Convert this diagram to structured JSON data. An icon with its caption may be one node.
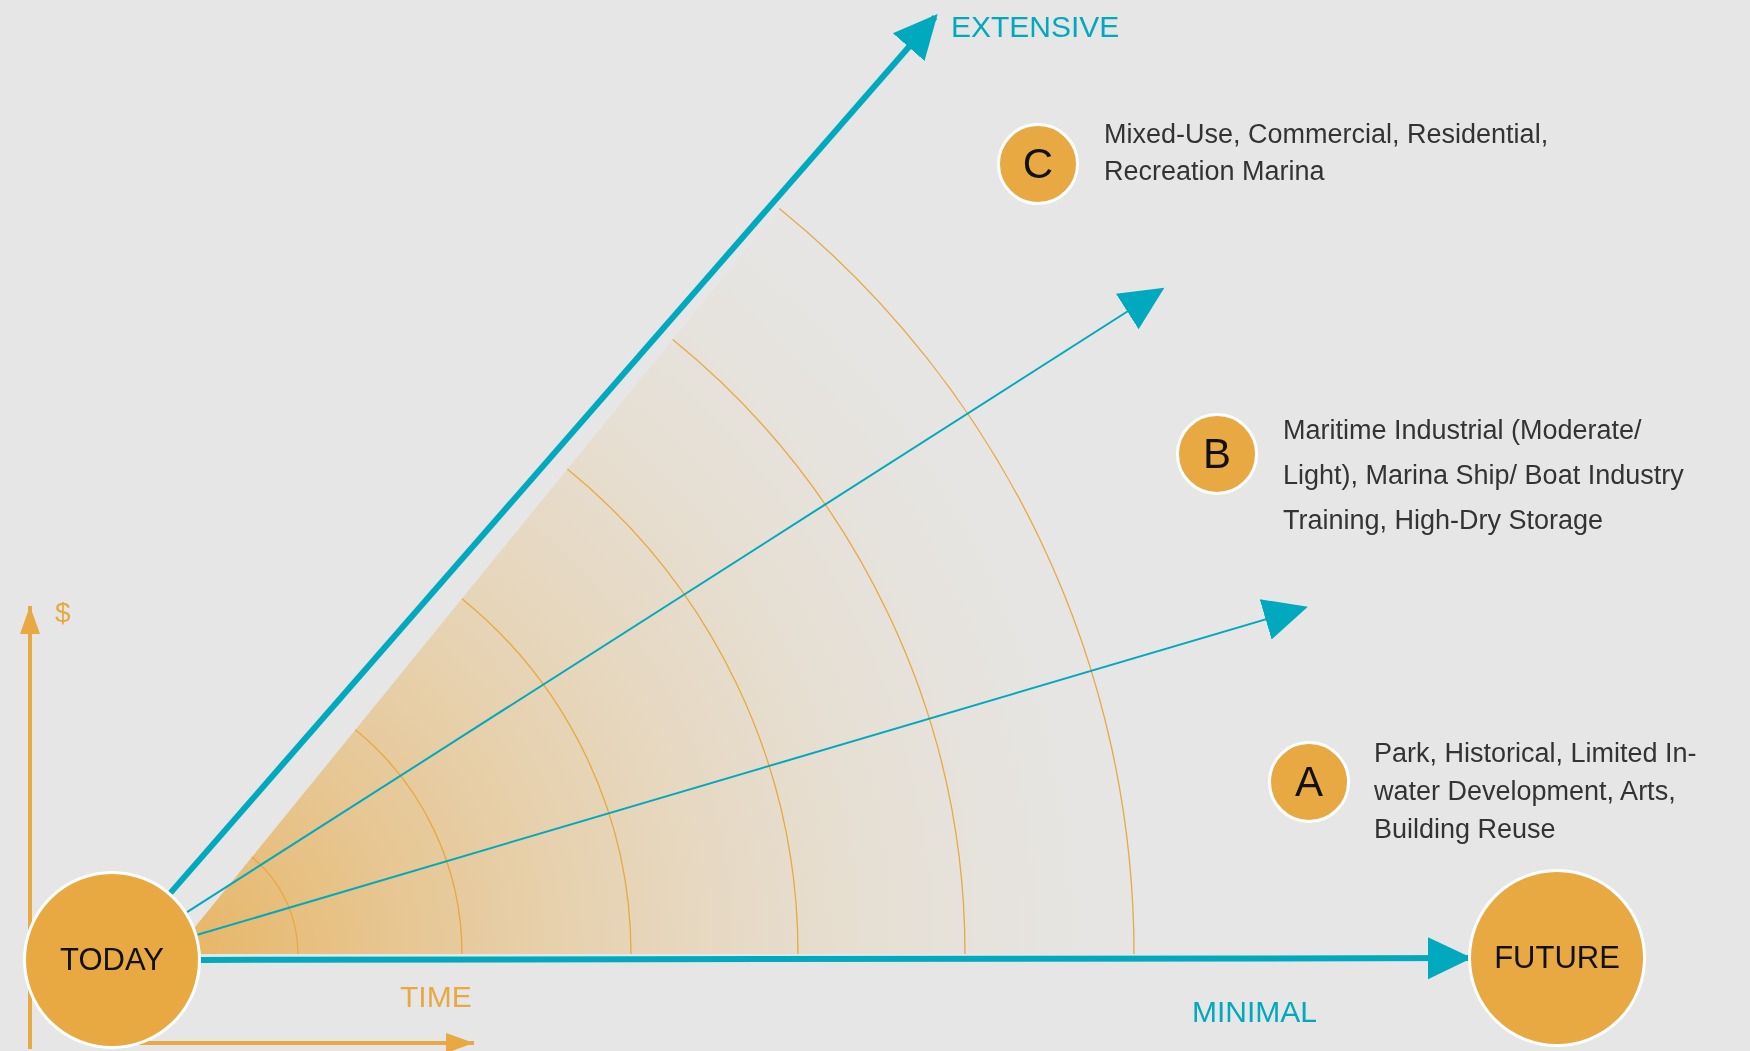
{
  "diagram": {
    "nodes": [
      {
        "text": [
          "TODAY"
        ]
      },
      {
        "text": [
          "FUTURE"
        ]
      },
      {
        "text": [
          "C"
        ],
        "beside": [
          "Mixed-Use, Commercial, Residential, Recreation Marina"
        ]
      },
      {
        "text": [
          "B"
        ],
        "beside": [
          "Maritime Industrial (Moderate/ Light), Marina Ship/ Boat Industry Training, High-Dry Storage"
        ]
      },
      {
        "text": [
          "A"
        ],
        "beside": [
          "Park, Historical, Limited In-water Development, Arts, Building Reuse"
        ]
      },
      {
        "text": [
          "EXTENSIVE"
        ]
      }
    ],
    "edges": [
      {
        "from": 0,
        "to": 5,
        "arrow": "to",
        "style": "thick"
      },
      {
        "from": 0,
        "to": null,
        "arrow": "to"
      },
      {
        "from": 0,
        "to": null,
        "arrow": "to"
      },
      {
        "from": 0,
        "to": 1,
        "arrow": "to",
        "style": "thick"
      }
    ],
    "labels": [
      "MINIMAL",
      "$",
      "TIME"
    ]
  }
}
